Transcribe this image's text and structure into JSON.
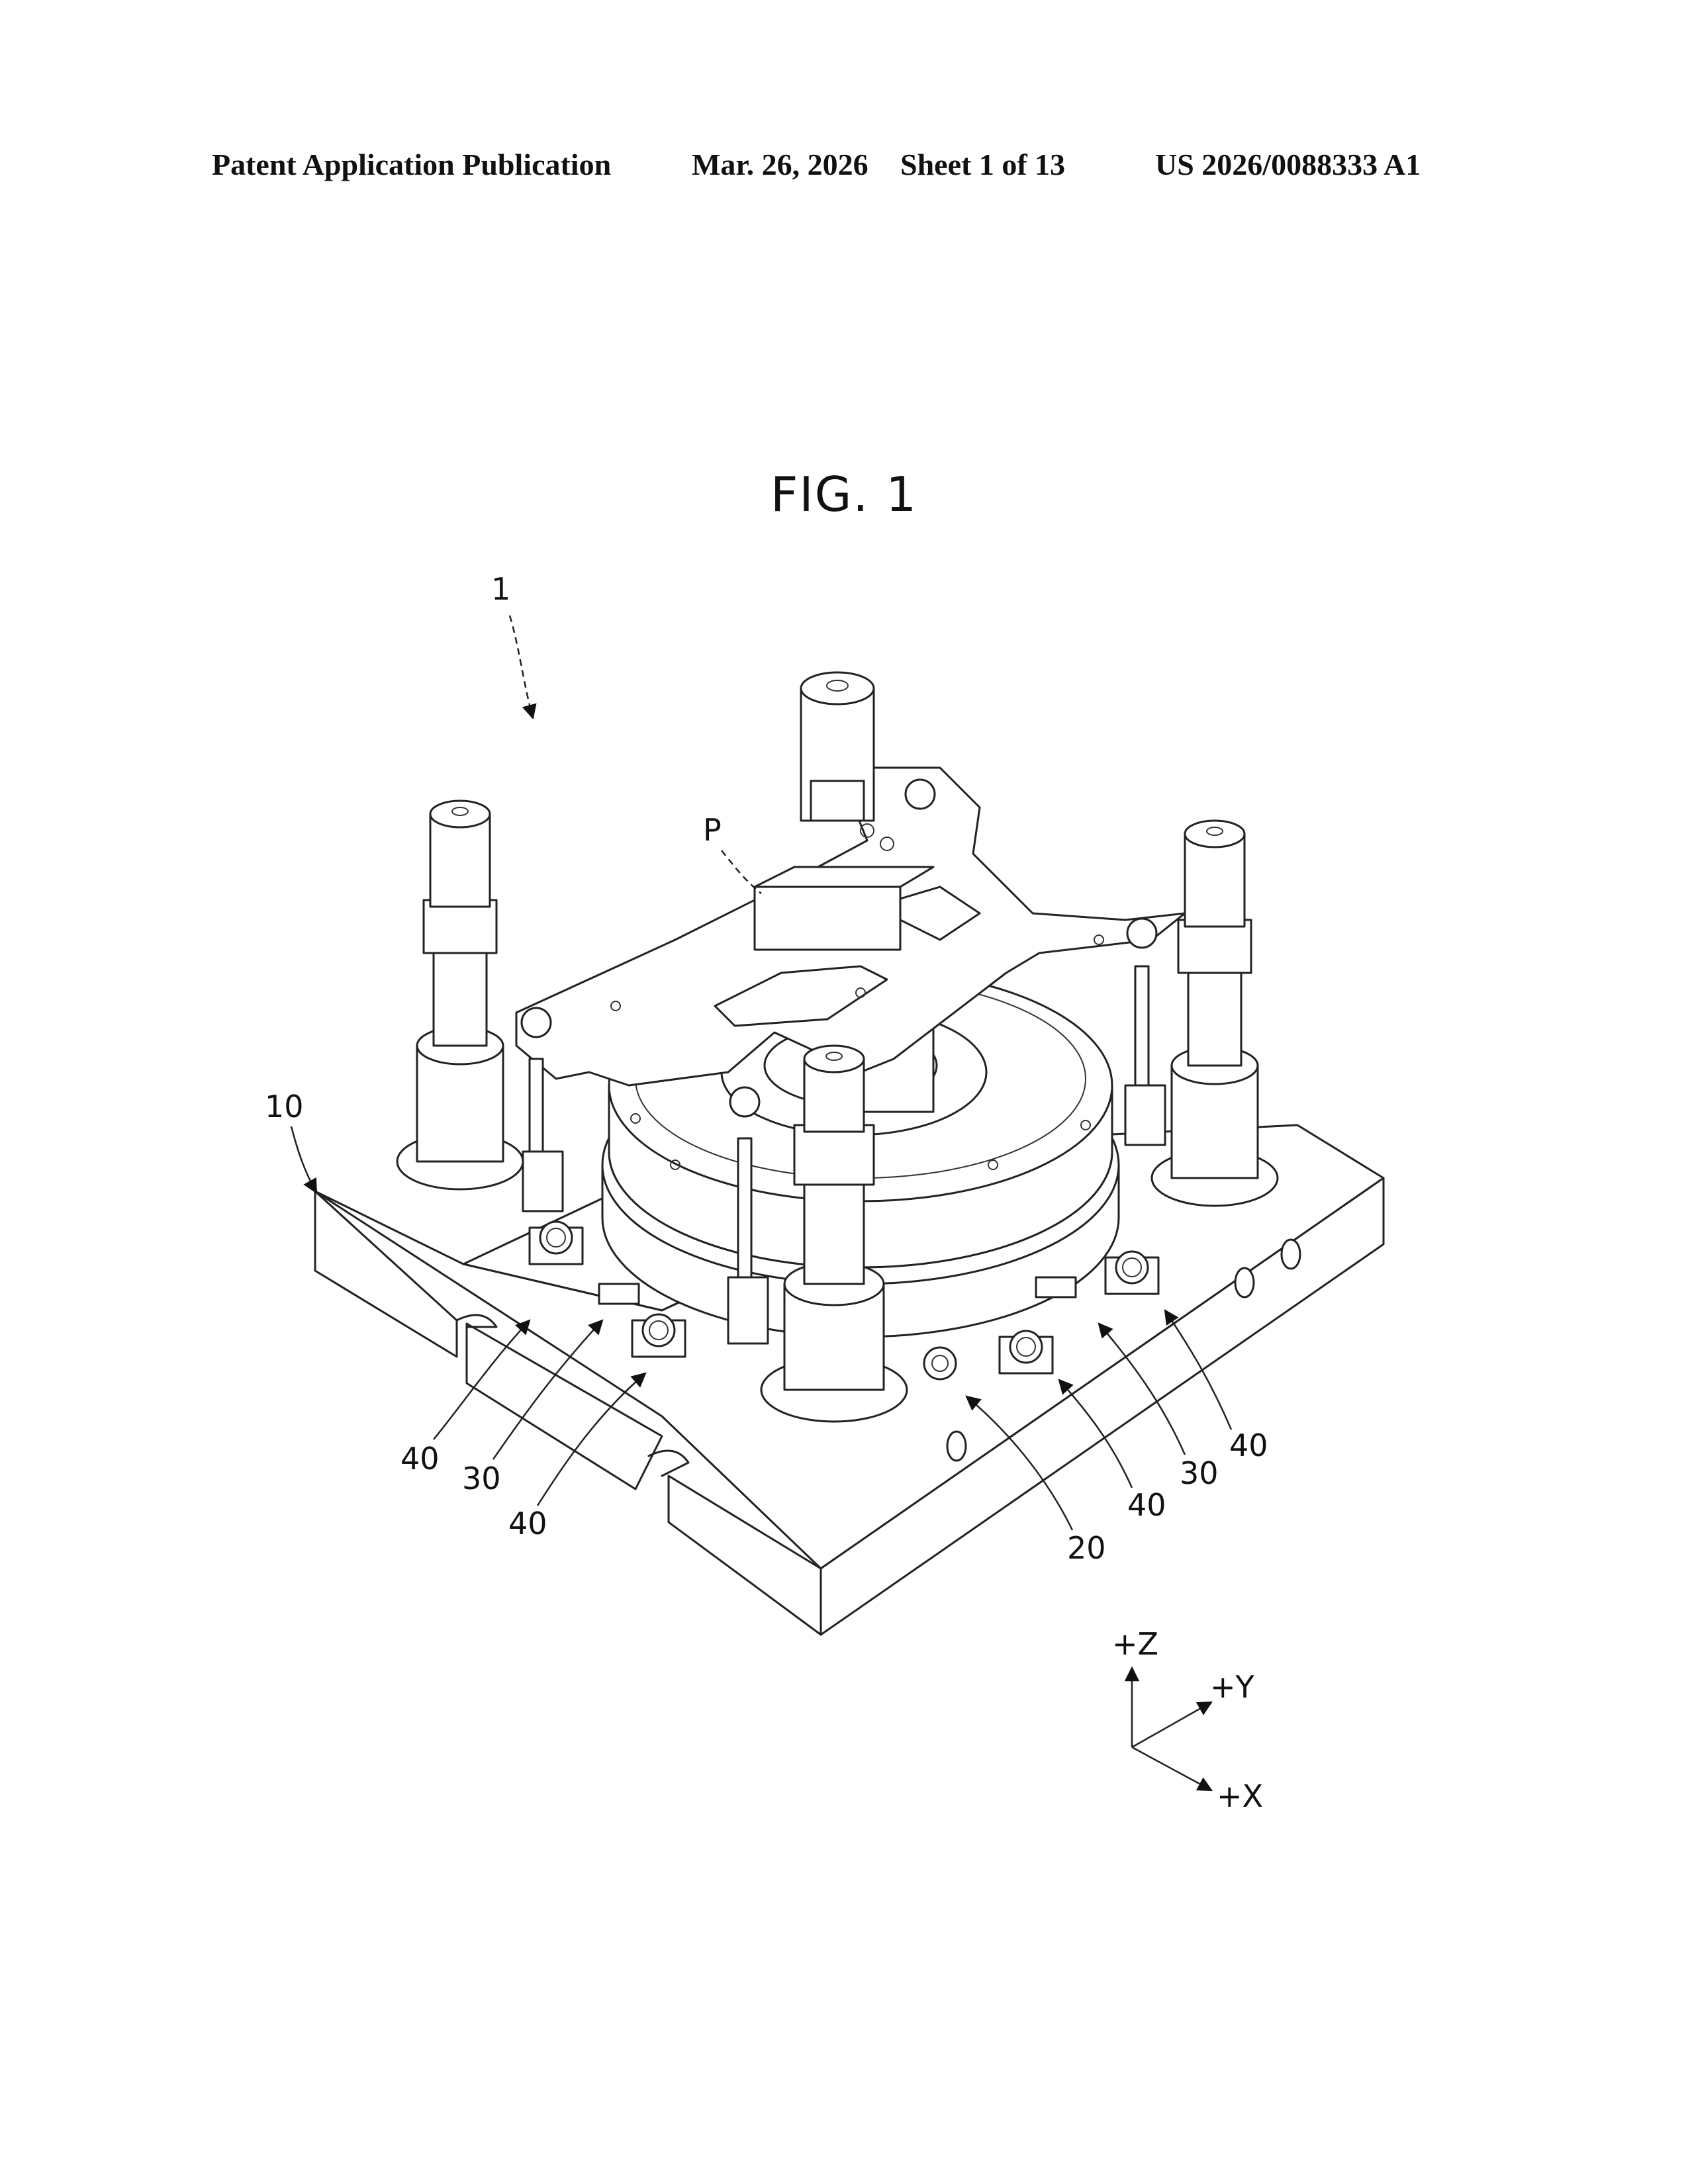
{
  "header": {
    "publication": "Patent Application Publication",
    "date": "Mar. 26, 2026",
    "sheet": "Sheet 1 of 13",
    "number": "US 2026/0088333 A1"
  },
  "figure": {
    "title": "FIG. 1",
    "references": {
      "device": "1",
      "part": "P",
      "base": "10",
      "rotary_table": "20",
      "label_30": "30",
      "label_40": "40"
    },
    "axes": {
      "z": "+Z",
      "y": "+Y",
      "x": "+X"
    }
  }
}
